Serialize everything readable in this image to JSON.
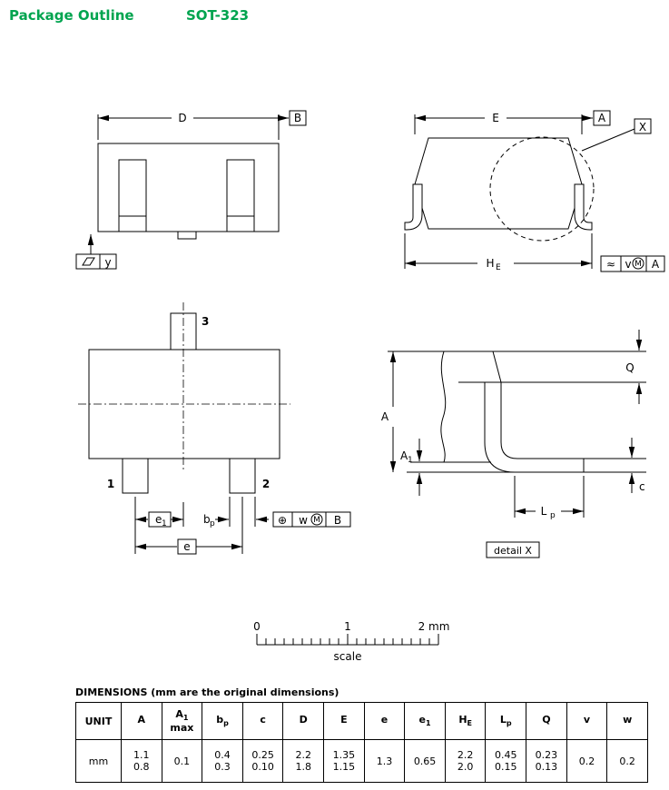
{
  "colors": {
    "accent": "#00A44F",
    "line": "#000000"
  },
  "header": {
    "title": "Package Outline",
    "part": "SOT-323"
  },
  "labels": {
    "D": "D",
    "B": "B",
    "E": "E",
    "A": "A",
    "X": "X",
    "y": "y",
    "H": "H",
    "E_sub": "E",
    "pin1": "1",
    "pin2": "2",
    "pin3": "3",
    "e": "e",
    "one_sub": "1",
    "b": "b",
    "p_sub": "p",
    "pos_sym": "⊕",
    "w": "w",
    "M": "M",
    "v": "v",
    "approx": "≈",
    "Q": "Q",
    "c": "c",
    "L": "L",
    "detail_x": "detail X",
    "scale0": "0",
    "scale1": "1",
    "scale2": "2 mm",
    "scale_word": "scale"
  },
  "table": {
    "caption": "DIMENSIONS (mm are the original dimensions)",
    "unit_header": "UNIT",
    "unit_value": "mm",
    "columns": [
      {
        "sym": "A",
        "sub": "",
        "note": "",
        "v1": "1.1",
        "v2": "0.8"
      },
      {
        "sym": "A",
        "sub": "1",
        "note": "max",
        "v1": "0.1",
        "v2": ""
      },
      {
        "sym": "b",
        "sub": "p",
        "note": "",
        "v1": "0.4",
        "v2": "0.3"
      },
      {
        "sym": "c",
        "sub": "",
        "note": "",
        "v1": "0.25",
        "v2": "0.10"
      },
      {
        "sym": "D",
        "sub": "",
        "note": "",
        "v1": "2.2",
        "v2": "1.8"
      },
      {
        "sym": "E",
        "sub": "",
        "note": "",
        "v1": "1.35",
        "v2": "1.15"
      },
      {
        "sym": "e",
        "sub": "",
        "note": "",
        "v1": "1.3",
        "v2": ""
      },
      {
        "sym": "e",
        "sub": "1",
        "note": "",
        "v1": "0.65",
        "v2": ""
      },
      {
        "sym": "H",
        "sub": "E",
        "note": "",
        "v1": "2.2",
        "v2": "2.0"
      },
      {
        "sym": "L",
        "sub": "p",
        "note": "",
        "v1": "0.45",
        "v2": "0.15"
      },
      {
        "sym": "Q",
        "sub": "",
        "note": "",
        "v1": "0.23",
        "v2": "0.13"
      },
      {
        "sym": "v",
        "sub": "",
        "note": "",
        "v1": "0.2",
        "v2": ""
      },
      {
        "sym": "w",
        "sub": "",
        "note": "",
        "v1": "0.2",
        "v2": ""
      }
    ]
  }
}
